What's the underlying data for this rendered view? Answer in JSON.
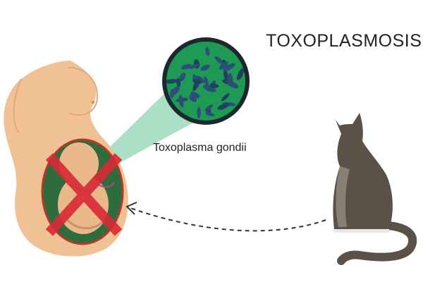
{
  "title": "TOXOPLASMOSIS",
  "parasite_label": "Toxoplasma gondii",
  "colors": {
    "skin": "#f1c196",
    "skin_shadow": "#e0a97c",
    "womb": "#2e6c3e",
    "fetus": "#e9b98c",
    "cross": "#d82a35",
    "magnifier_border": "#1b2830",
    "parasite_bg": "#1f9a55",
    "parasite_cell": "#2c4f78",
    "beam": "#8fd6b4",
    "cat": "#5a5149",
    "cat_light": "#8a7f74",
    "arrow": "#333333"
  },
  "icons": {
    "pregnant_woman": "pregnant-woman-illustration",
    "fetus": "fetus-illustration",
    "cross": "red-cross-mark",
    "magnifier": "magnified-parasite-view",
    "cat": "cat-silhouette",
    "arrow": "dashed-transmission-arrow"
  }
}
